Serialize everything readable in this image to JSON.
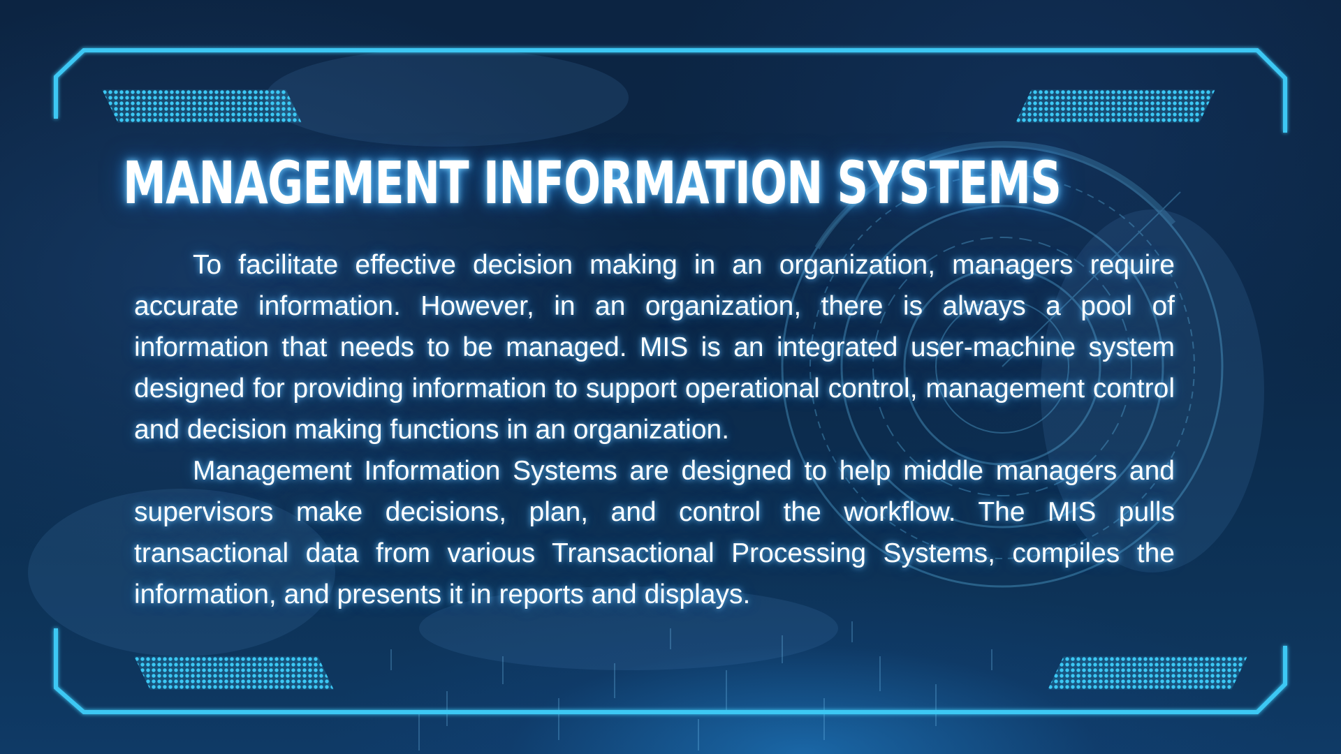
{
  "slide": {
    "title": "MANAGEMENT INFORMATION SYSTEMS",
    "paragraphs": [
      "To facilitate effective decision making in an organization, managers require accurate information. However, in an organization, there is always a pool of information that needs to be managed. MIS is an integrated user-machine system designed for providing information to support operational control, management control and decision making functions in an organization.",
      "Management Information Systems are designed to help middle managers and supervisors make decisions, plan, and control the workflow. The MIS pulls transactional data from various Transactional Processing Systems, compiles the information, and presents it in reports and displays."
    ]
  },
  "colors": {
    "background": "#0c2442",
    "frame_accent": "#3cc8f4",
    "title_text": "#ffffff",
    "body_text": "#ffffff",
    "glow": "#3ca8ff"
  },
  "decorations": {
    "frame": "hud-frame",
    "dot_bands": [
      "dot-band-top-left",
      "dot-band-top-right",
      "dot-band-bottom-left",
      "dot-band-bottom-right"
    ],
    "hud_circle": "radar-circle-icon"
  }
}
